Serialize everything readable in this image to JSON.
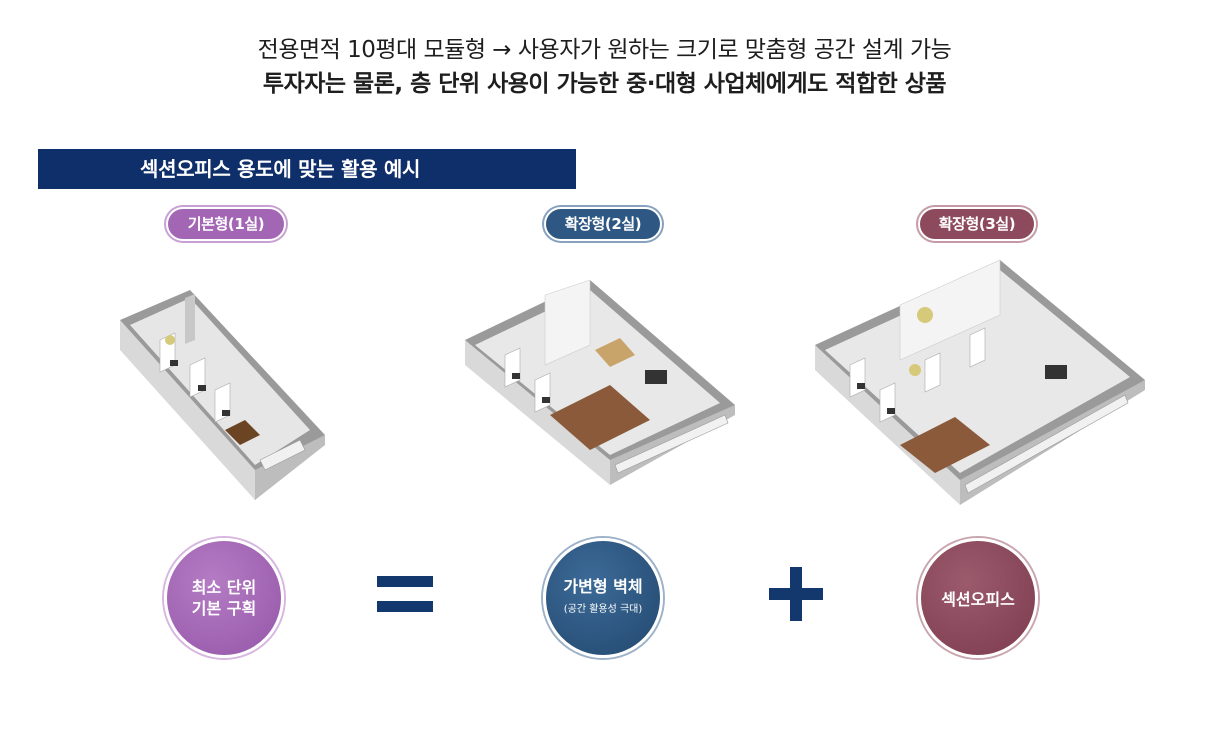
{
  "headline": {
    "line1": "전용면적 10평대 모듈형 → 사용자가 원하는 크기로 맞춤형 공간 설계 가능",
    "line2": "투자자는 물론, 층 단위 사용이 가능한 중·대형 사업체에게도 적합한 상품"
  },
  "banner": {
    "title": "섹션오피스 용도에 맞는 활용 예시"
  },
  "types": [
    {
      "label": "기본형(1실)",
      "color": "#a366b4"
    },
    {
      "label": "확장형(2실)",
      "color": "#2e5883"
    },
    {
      "label": "확장형(3실)",
      "color": "#8e4a5d"
    }
  ],
  "circles": [
    {
      "line1": "최소 단위",
      "line2": "기본 구획"
    },
    {
      "line1": "가변형 벽체",
      "sub": "(공간 활용성 극대)"
    },
    {
      "line1": "섹션오피스"
    }
  ],
  "operators": {
    "equals": "equals-sign",
    "plus": "plus-sign"
  }
}
